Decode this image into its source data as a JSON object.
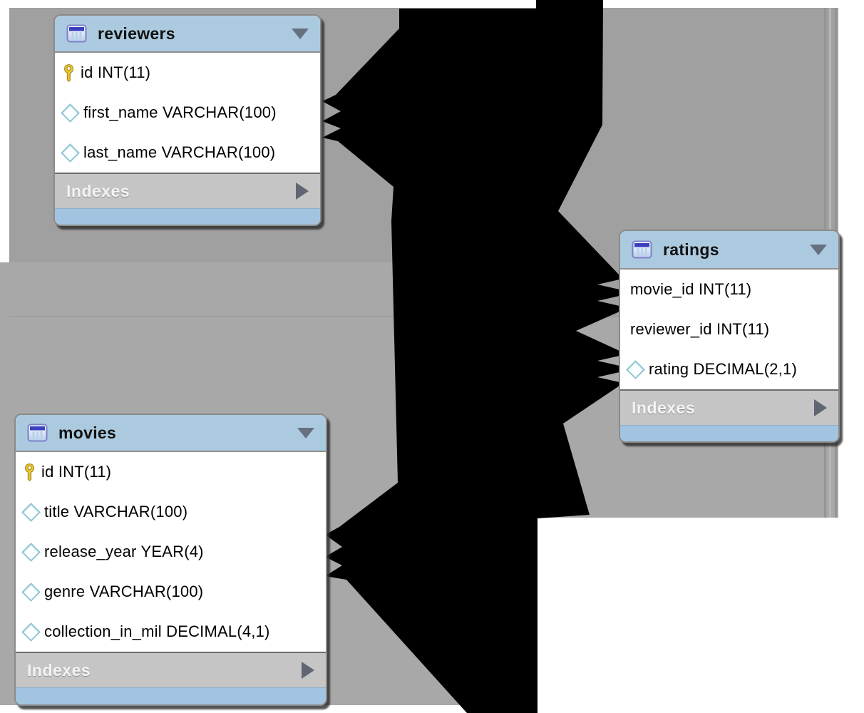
{
  "app": {
    "kind": "eer-diagram-canvas",
    "description": "Database schema diagram with three tables connected by relationship lines"
  },
  "tables": [
    {
      "title": "reviewers",
      "fields": [
        {
          "icon": "primary-key-icon",
          "label": "id INT(11)"
        },
        {
          "icon": "column-diamond-icon",
          "label": "first_name VARCHAR(100)"
        },
        {
          "icon": "column-diamond-icon",
          "label": "last_name VARCHAR(100)"
        }
      ],
      "indexes_label": "Indexes"
    },
    {
      "title": "movies",
      "fields": [
        {
          "icon": "primary-key-icon",
          "label": "id INT(11)"
        },
        {
          "icon": "column-diamond-icon",
          "label": "title VARCHAR(100)"
        },
        {
          "icon": "column-diamond-icon",
          "label": "release_year YEAR(4)"
        },
        {
          "icon": "column-diamond-icon",
          "label": "genre VARCHAR(100)"
        },
        {
          "icon": "column-diamond-icon",
          "label": "collection_in_mil DECIMAL(4,1)"
        }
      ],
      "indexes_label": "Indexes"
    },
    {
      "title": "ratings",
      "fields": [
        {
          "icon": "none",
          "label": "movie_id INT(11)"
        },
        {
          "icon": "none",
          "label": "reviewer_id INT(11)"
        },
        {
          "icon": "column-diamond-icon",
          "label": "rating DECIMAL(2,1)"
        }
      ],
      "indexes_label": "Indexes"
    }
  ],
  "relationships": [
    {
      "from": "reviewers",
      "to": "ratings",
      "style": "crow-foot-black"
    },
    {
      "from": "movies",
      "to": "ratings",
      "style": "crow-foot-black"
    }
  ],
  "colors": {
    "header_blue": "#accadf",
    "footer_blue": "#a2c4e0",
    "indexes_gray": "#c5c5c5",
    "canvas_gray_top": "#a0a0a0",
    "canvas_gray_bottom": "#a8a8a8",
    "connector_black": "#000000",
    "key_yellow": "#eac733",
    "diamond_teal": "#8fc6d2",
    "table_border": "#8a8a8a"
  }
}
